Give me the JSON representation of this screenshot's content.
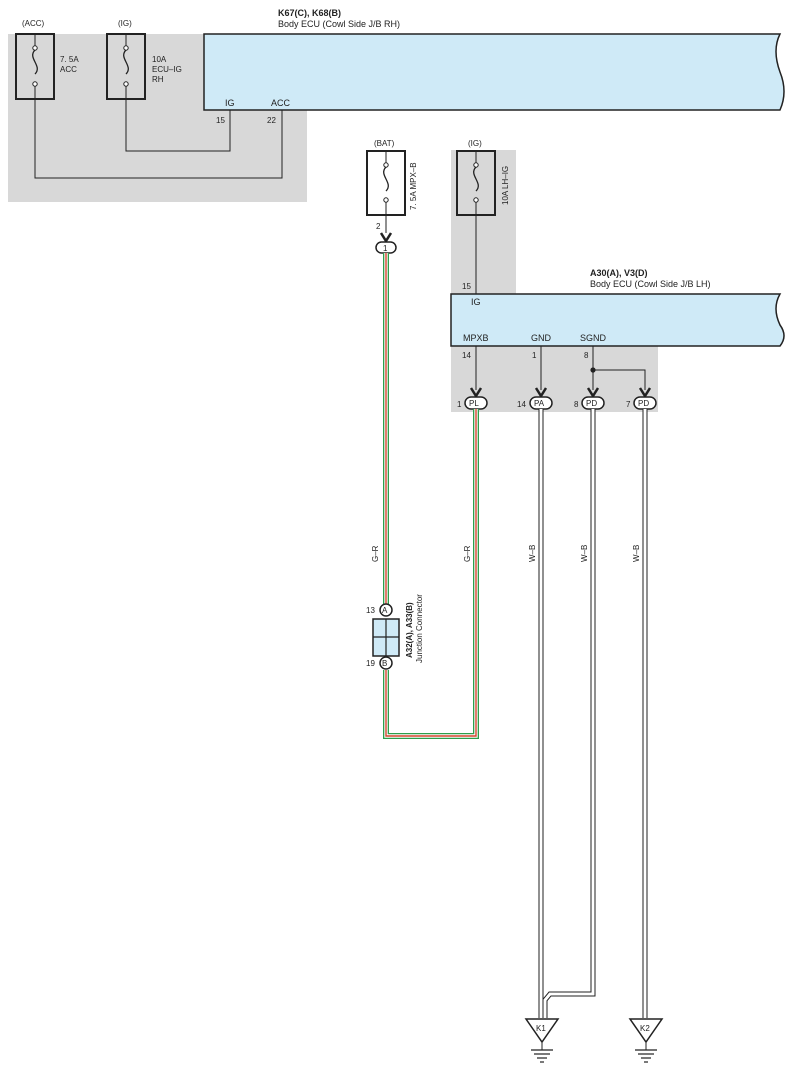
{
  "ecu_top": {
    "ref": "K67(C), K68(B)",
    "name": "Body ECU (Cowl Side J/B RH)",
    "pins": [
      {
        "name": "IG",
        "number": "15"
      },
      {
        "name": "ACC",
        "number": "22"
      }
    ]
  },
  "fuse_acc": {
    "supply": "(ACC)",
    "label_line1": "7. 5A",
    "label_line2": "ACC"
  },
  "fuse_ecu_ig": {
    "supply": "(IG)",
    "label_line1": "10A",
    "label_line2": "ECU–IG",
    "label_line3": "RH"
  },
  "fuse_mpx_b": {
    "supply": "(BAT)",
    "label": "7. 5A MPX–B",
    "pin": "2"
  },
  "fuse_lh_ig": {
    "supply": "(IG)",
    "label": "10A LH–IG"
  },
  "ecu_lower": {
    "ref": "A30(A), V3(D)",
    "name": "Body ECU (Cowl Side J/B LH)",
    "ig_pin": {
      "name": "IG",
      "number": "15"
    },
    "pins": [
      {
        "name": "MPXB",
        "number": "14"
      },
      {
        "name": "GND",
        "number": "1"
      },
      {
        "name": "SGND",
        "number": "8"
      }
    ]
  },
  "connectors": {
    "mpxb_inline": "1",
    "pl": {
      "pin": "1",
      "code": "PL"
    },
    "pa": {
      "pin": "14",
      "code": "PA"
    },
    "pd1": {
      "pin": "8",
      "code": "PD"
    },
    "pd2": {
      "pin": "7",
      "code": "PD"
    }
  },
  "junction": {
    "ref": "A32(A), A33(B)",
    "name": "Junction Connector",
    "pin_a": {
      "number": "13",
      "code": "A"
    },
    "pin_b": {
      "number": "19",
      "code": "B"
    }
  },
  "wire_colors": {
    "gr_left": "G–R",
    "gr_right": "G–R",
    "wb_pa": "W–B",
    "wb_pd1": "W–B",
    "wb_pd2": "W–B"
  },
  "grounds": {
    "k1": "K1",
    "k2": "K2"
  },
  "colors": {
    "ecu_fill": "#cfeaf7",
    "shaded_area": "#d8d8d8",
    "wire_green": "#2e9e4a",
    "wire_red": "#d8442f"
  }
}
